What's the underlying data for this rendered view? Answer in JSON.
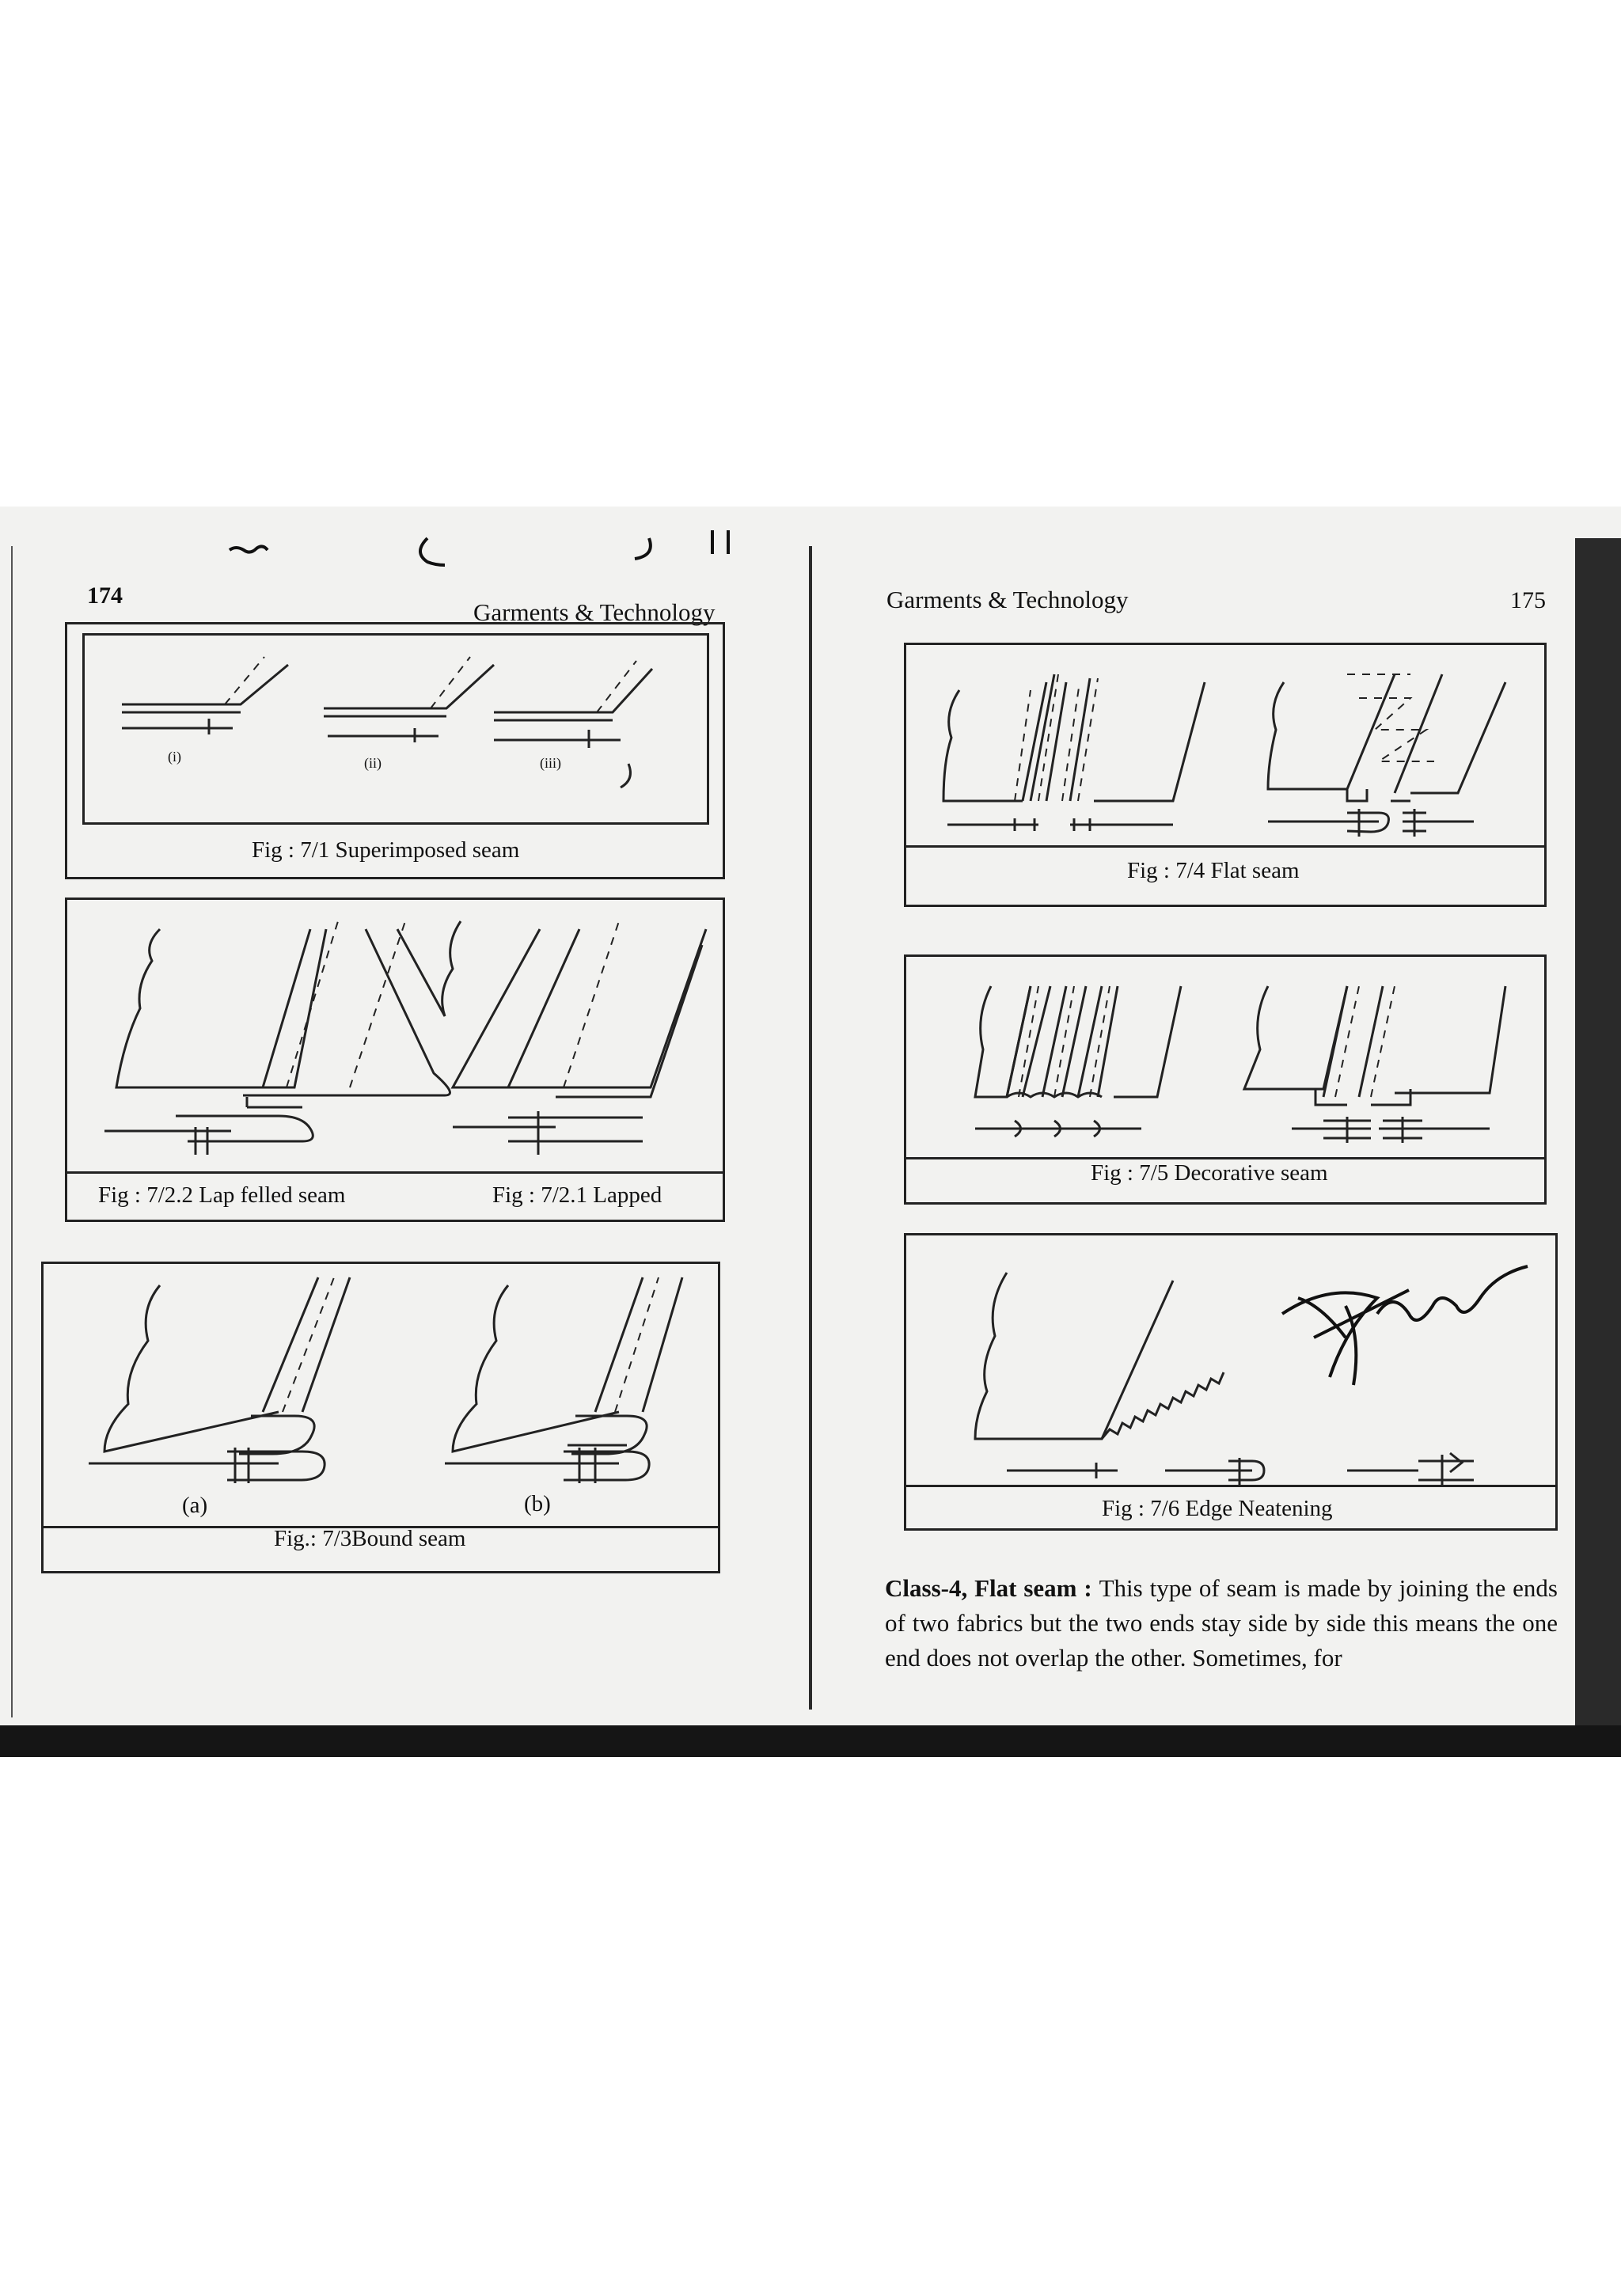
{
  "left_page": {
    "page_number": "174",
    "running_head": "Garments & Technology",
    "figures": {
      "superimposed": {
        "caption": "Fig : 7/1 Superimposed seam",
        "labels": [
          "(i)",
          "(ii)",
          "(iii)"
        ]
      },
      "lap_felled": {
        "caption": "Fig : 7/2.2 Lap felled seam"
      },
      "lapped": {
        "caption": "Fig : 7/2.1 Lapped"
      },
      "bound": {
        "caption": "Fig.: 7/3Bound seam",
        "label_a": "(a)",
        "label_b": "(b)"
      }
    }
  },
  "right_page": {
    "page_number": "175",
    "running_head": "Garments & Technology",
    "figures": {
      "flat": {
        "caption": "Fig : 7/4 Flat seam"
      },
      "decorative": {
        "caption": "Fig : 7/5 Decorative seam"
      },
      "edge": {
        "caption": "Fig : 7/6 Edge Neatening"
      }
    },
    "paragraph": {
      "heading": "Class-4, Flat seam :",
      "text": "This type of seam is made by joining the ends of two fabrics but the two ends stay side by side this means the one end does not overlap the other. Sometimes, for"
    }
  }
}
